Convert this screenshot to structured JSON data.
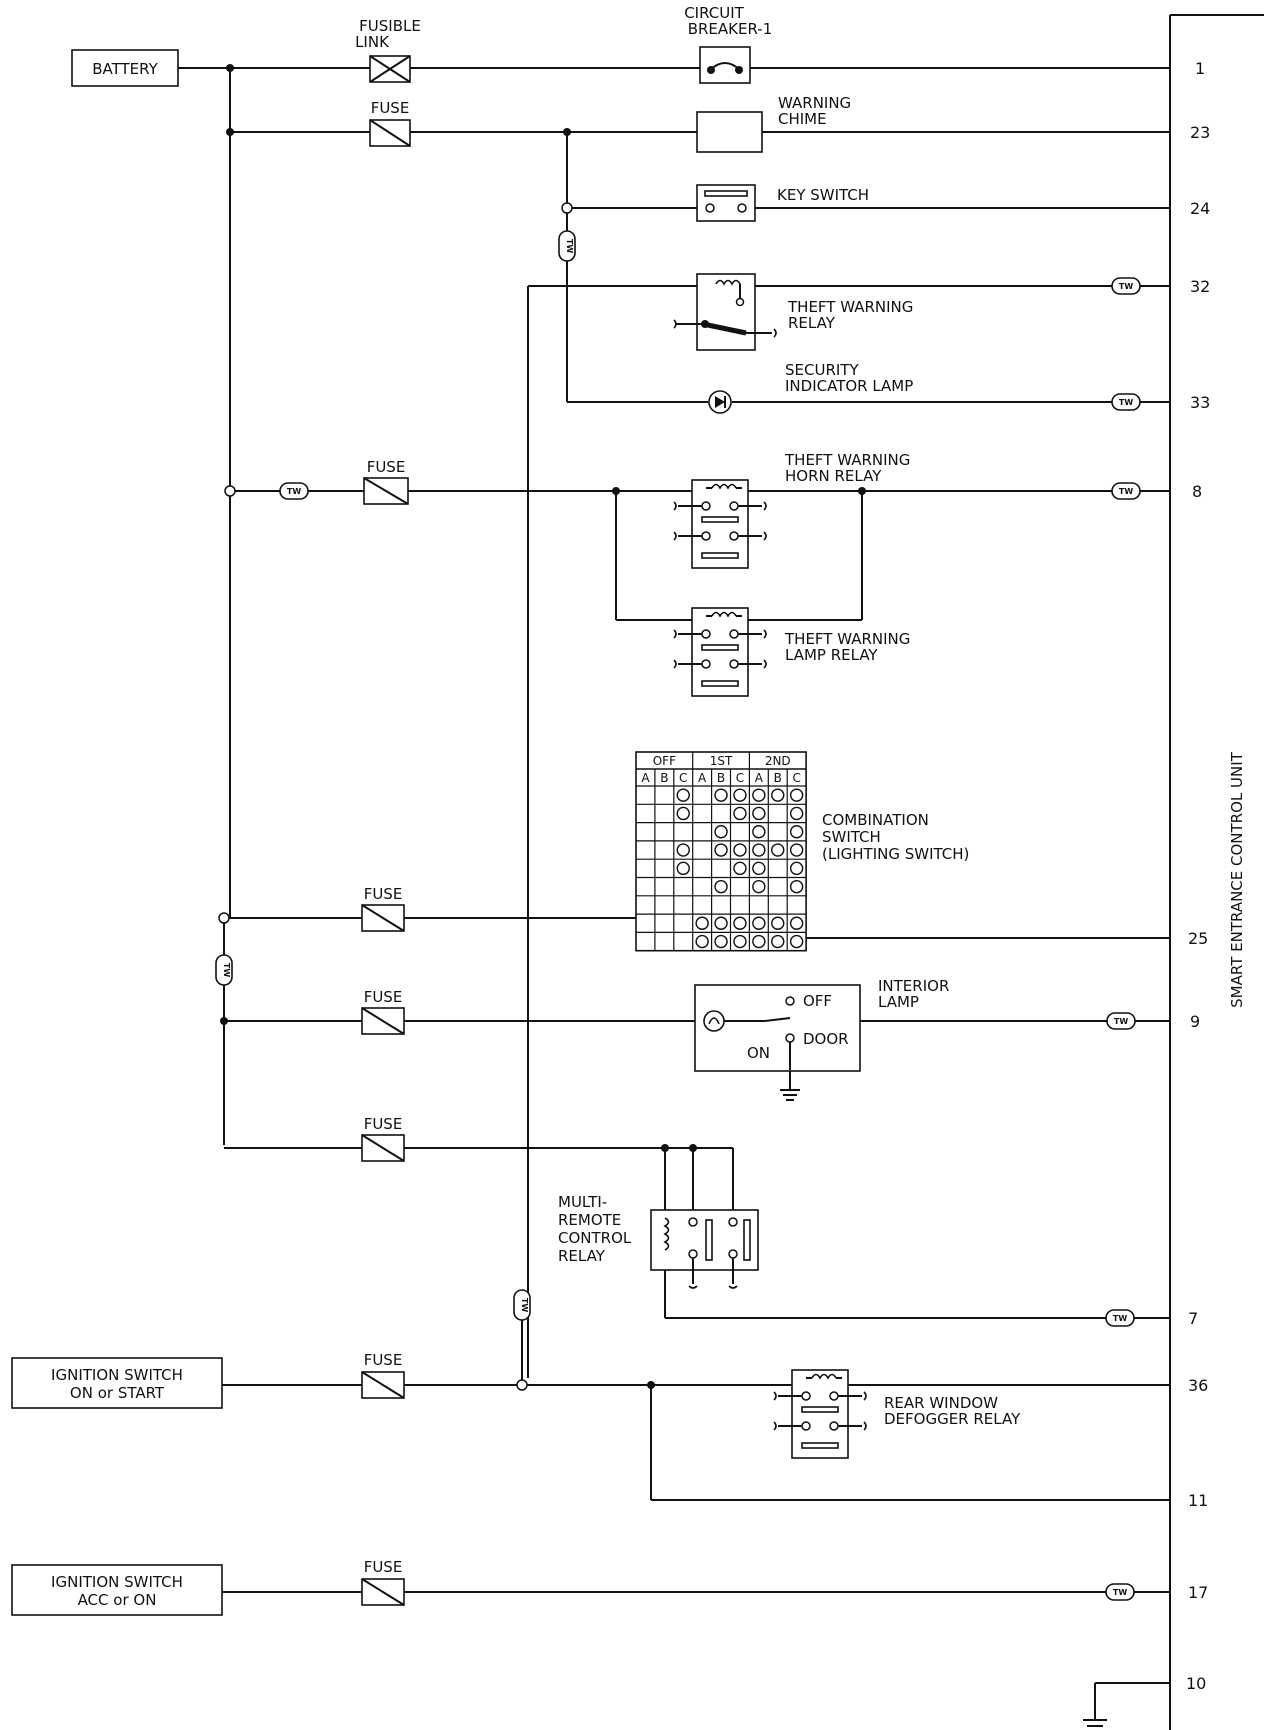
{
  "sources": {
    "battery": "BATTERY",
    "ign_on_start": [
      "IGNITION SWITCH",
      "ON or START"
    ],
    "ign_acc_on": [
      "IGNITION SWITCH",
      "ACC or ON"
    ]
  },
  "labels": {
    "fusible_link": [
      "FUSIBLE",
      "LINK"
    ],
    "fuse": "FUSE",
    "circuit_breaker": [
      "CIRCUIT",
      "BREAKER-1"
    ],
    "warning_chime": [
      "WARNING",
      "CHIME"
    ],
    "key_switch": "KEY SWITCH",
    "theft_warning_relay": [
      "THEFT WARNING",
      "RELAY"
    ],
    "security_indicator_lamp": [
      "SECURITY",
      "INDICATOR LAMP"
    ],
    "theft_warning_horn_relay": [
      "THEFT WARNING",
      "HORN RELAY"
    ],
    "theft_warning_lamp_relay": [
      "THEFT WARNING",
      "LAMP RELAY"
    ],
    "combination_switch": [
      "COMBINATION",
      "SWITCH",
      "(LIGHTING SWITCH)"
    ],
    "interior_lamp": [
      "INTERIOR",
      "LAMP"
    ],
    "interior_off": "OFF",
    "interior_on": "ON",
    "interior_door": "DOOR",
    "multi_remote_relay": [
      "MULTI-",
      "REMOTE",
      "CONTROL",
      "RELAY"
    ],
    "rear_defogger_relay": [
      "REAR WINDOW",
      "DEFOGGER RELAY"
    ],
    "tw": "TW",
    "control_unit": "SMART ENTRANCE CONTROL UNIT"
  },
  "combo_table": {
    "positions": [
      "OFF",
      "1ST",
      "2ND"
    ],
    "columns": [
      "A",
      "B",
      "C",
      "A",
      "B",
      "C",
      "A",
      "B",
      "C"
    ]
  },
  "pins": [
    "1",
    "23",
    "24",
    "32",
    "33",
    "8",
    "25",
    "9",
    "7",
    "36",
    "11",
    "17",
    "10"
  ]
}
